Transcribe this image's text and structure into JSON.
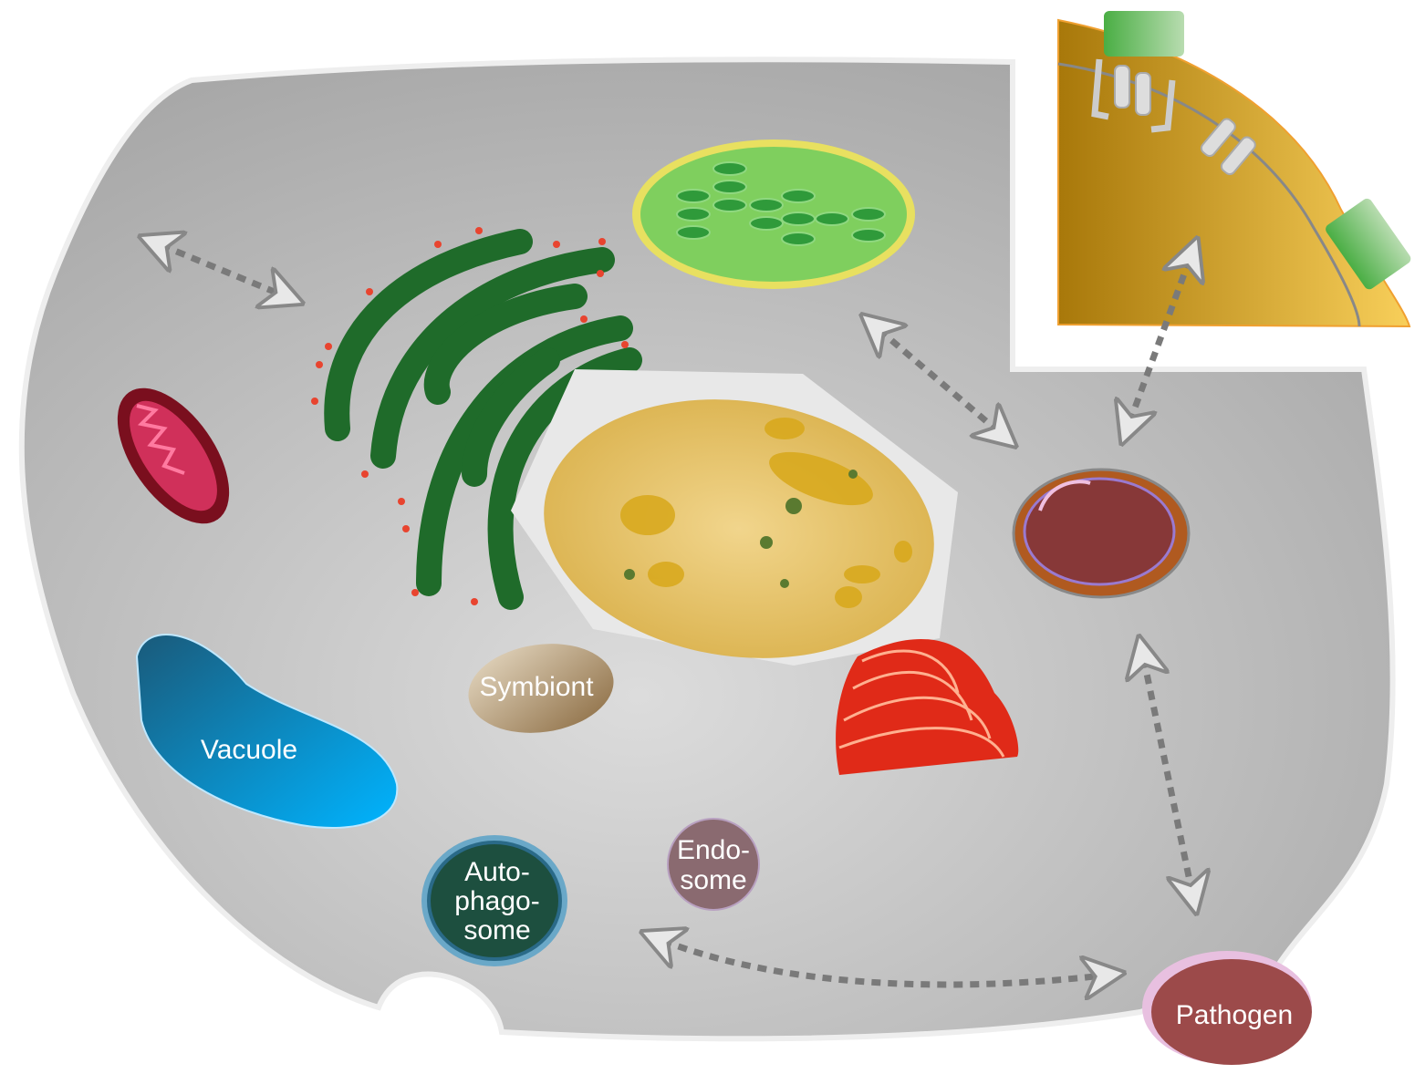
{
  "labels": {
    "symbiont": "Symbiont",
    "vacuole": "Vacuole",
    "autophagosome": [
      "Auto-",
      "phago-",
      "some"
    ],
    "endosome": [
      "Endo-",
      "some"
    ],
    "pathogen": "Pathogen"
  },
  "colors": {
    "cell": "#c4c4c4",
    "er": "#1f6b2a",
    "ribosome": "#e8442f",
    "chloroplast": "#7fcf5e",
    "mitochondrion": "#8a1224",
    "vacuole": "#1a7fb8",
    "golgi": "#e8502a",
    "wall_panel": "#d9a93a",
    "nucleus_like": "#873838",
    "pathogen": "#9c4a4a",
    "endosome": "#8a6a70",
    "autophagosome": "#1d4f3f"
  }
}
